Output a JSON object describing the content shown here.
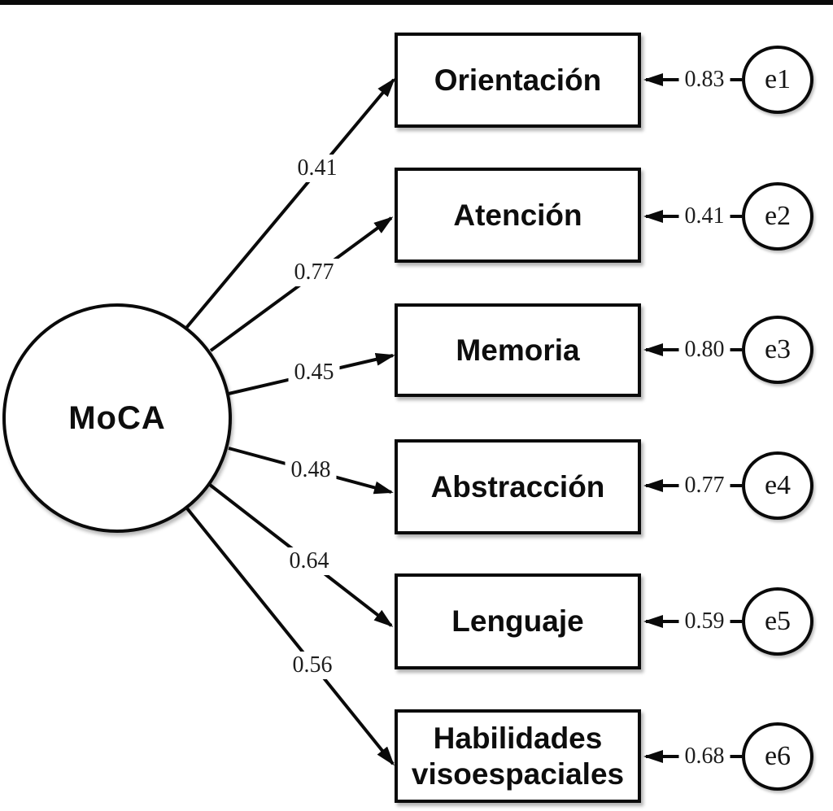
{
  "figure": {
    "description": "Confirmatory factor analysis path diagram of the MoCA test with six observed domains and error terms"
  },
  "latent": {
    "label": "MoCA"
  },
  "factors": [
    {
      "name": "Orientación",
      "loading": "0.41",
      "error_name": "e1",
      "error_loading": "0.83"
    },
    {
      "name": "Atención",
      "loading": "0.77",
      "error_name": "e2",
      "error_loading": "0.41"
    },
    {
      "name": "Memoria",
      "loading": "0.45",
      "error_name": "e3",
      "error_loading": "0.80"
    },
    {
      "name": "Abstracción",
      "loading": "0.48",
      "error_name": "e4",
      "error_loading": "0.77"
    },
    {
      "name": "Lenguaje",
      "loading": "0.64",
      "error_name": "e5",
      "error_loading": "0.59"
    },
    {
      "name": "Habilidades visoespaciales",
      "loading": "0.56",
      "error_name": "e6",
      "error_loading": "0.68"
    }
  ],
  "colors": {
    "line": "#0a0a0a",
    "background": "#ffffff",
    "text": "#0d0d0d"
  }
}
